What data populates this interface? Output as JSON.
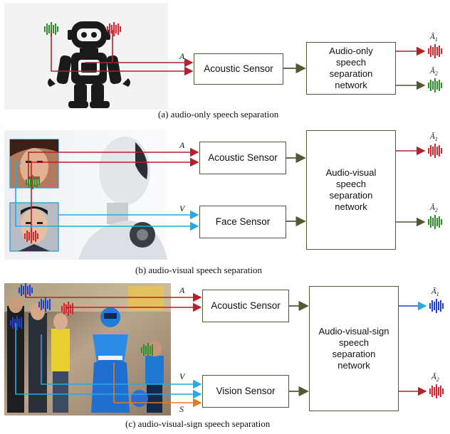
{
  "panels": [
    {
      "caption": "(a) audio-only speech separation",
      "sensors": [
        "Acoustic Sensor"
      ],
      "network_lines": [
        "Audio-only",
        "speech",
        "separation",
        "network"
      ],
      "signals": [
        "A"
      ],
      "outputs": [
        {
          "sym": "Â",
          "sub": "1"
        },
        {
          "sym": "Â",
          "sub": "2"
        }
      ]
    },
    {
      "caption": "(b) audio-visual speech separation",
      "sensors": [
        "Acoustic Sensor",
        "Face Sensor"
      ],
      "network_lines": [
        "Audio-visual",
        "speech",
        "separation",
        "network"
      ],
      "signals": [
        "A",
        "V"
      ],
      "outputs": [
        {
          "sym": "Â",
          "sub": "1"
        },
        {
          "sym": "Â",
          "sub": "2"
        }
      ]
    },
    {
      "caption": "(c) audio-visual-sign speech separation",
      "sensors": [
        "Acoustic Sensor",
        "Vision Sensor"
      ],
      "network_lines": [
        "Audio-visual-sign",
        "speech",
        "separation",
        "network"
      ],
      "signals": [
        "A",
        "V",
        "S"
      ],
      "outputs": [
        {
          "sym": "Â",
          "sub": "1"
        },
        {
          "sym": "Â",
          "sub": "2"
        }
      ]
    }
  ],
  "colors": {
    "audio_arrow": "#b5202a",
    "visual_arrow": "#27a9e1",
    "sign_arrow": "#e07b24",
    "box_arrow": "#4d5a32",
    "wave_red": "#e0232b",
    "wave_green": "#2f8f2a",
    "wave_blue": "#1d3fd6"
  }
}
